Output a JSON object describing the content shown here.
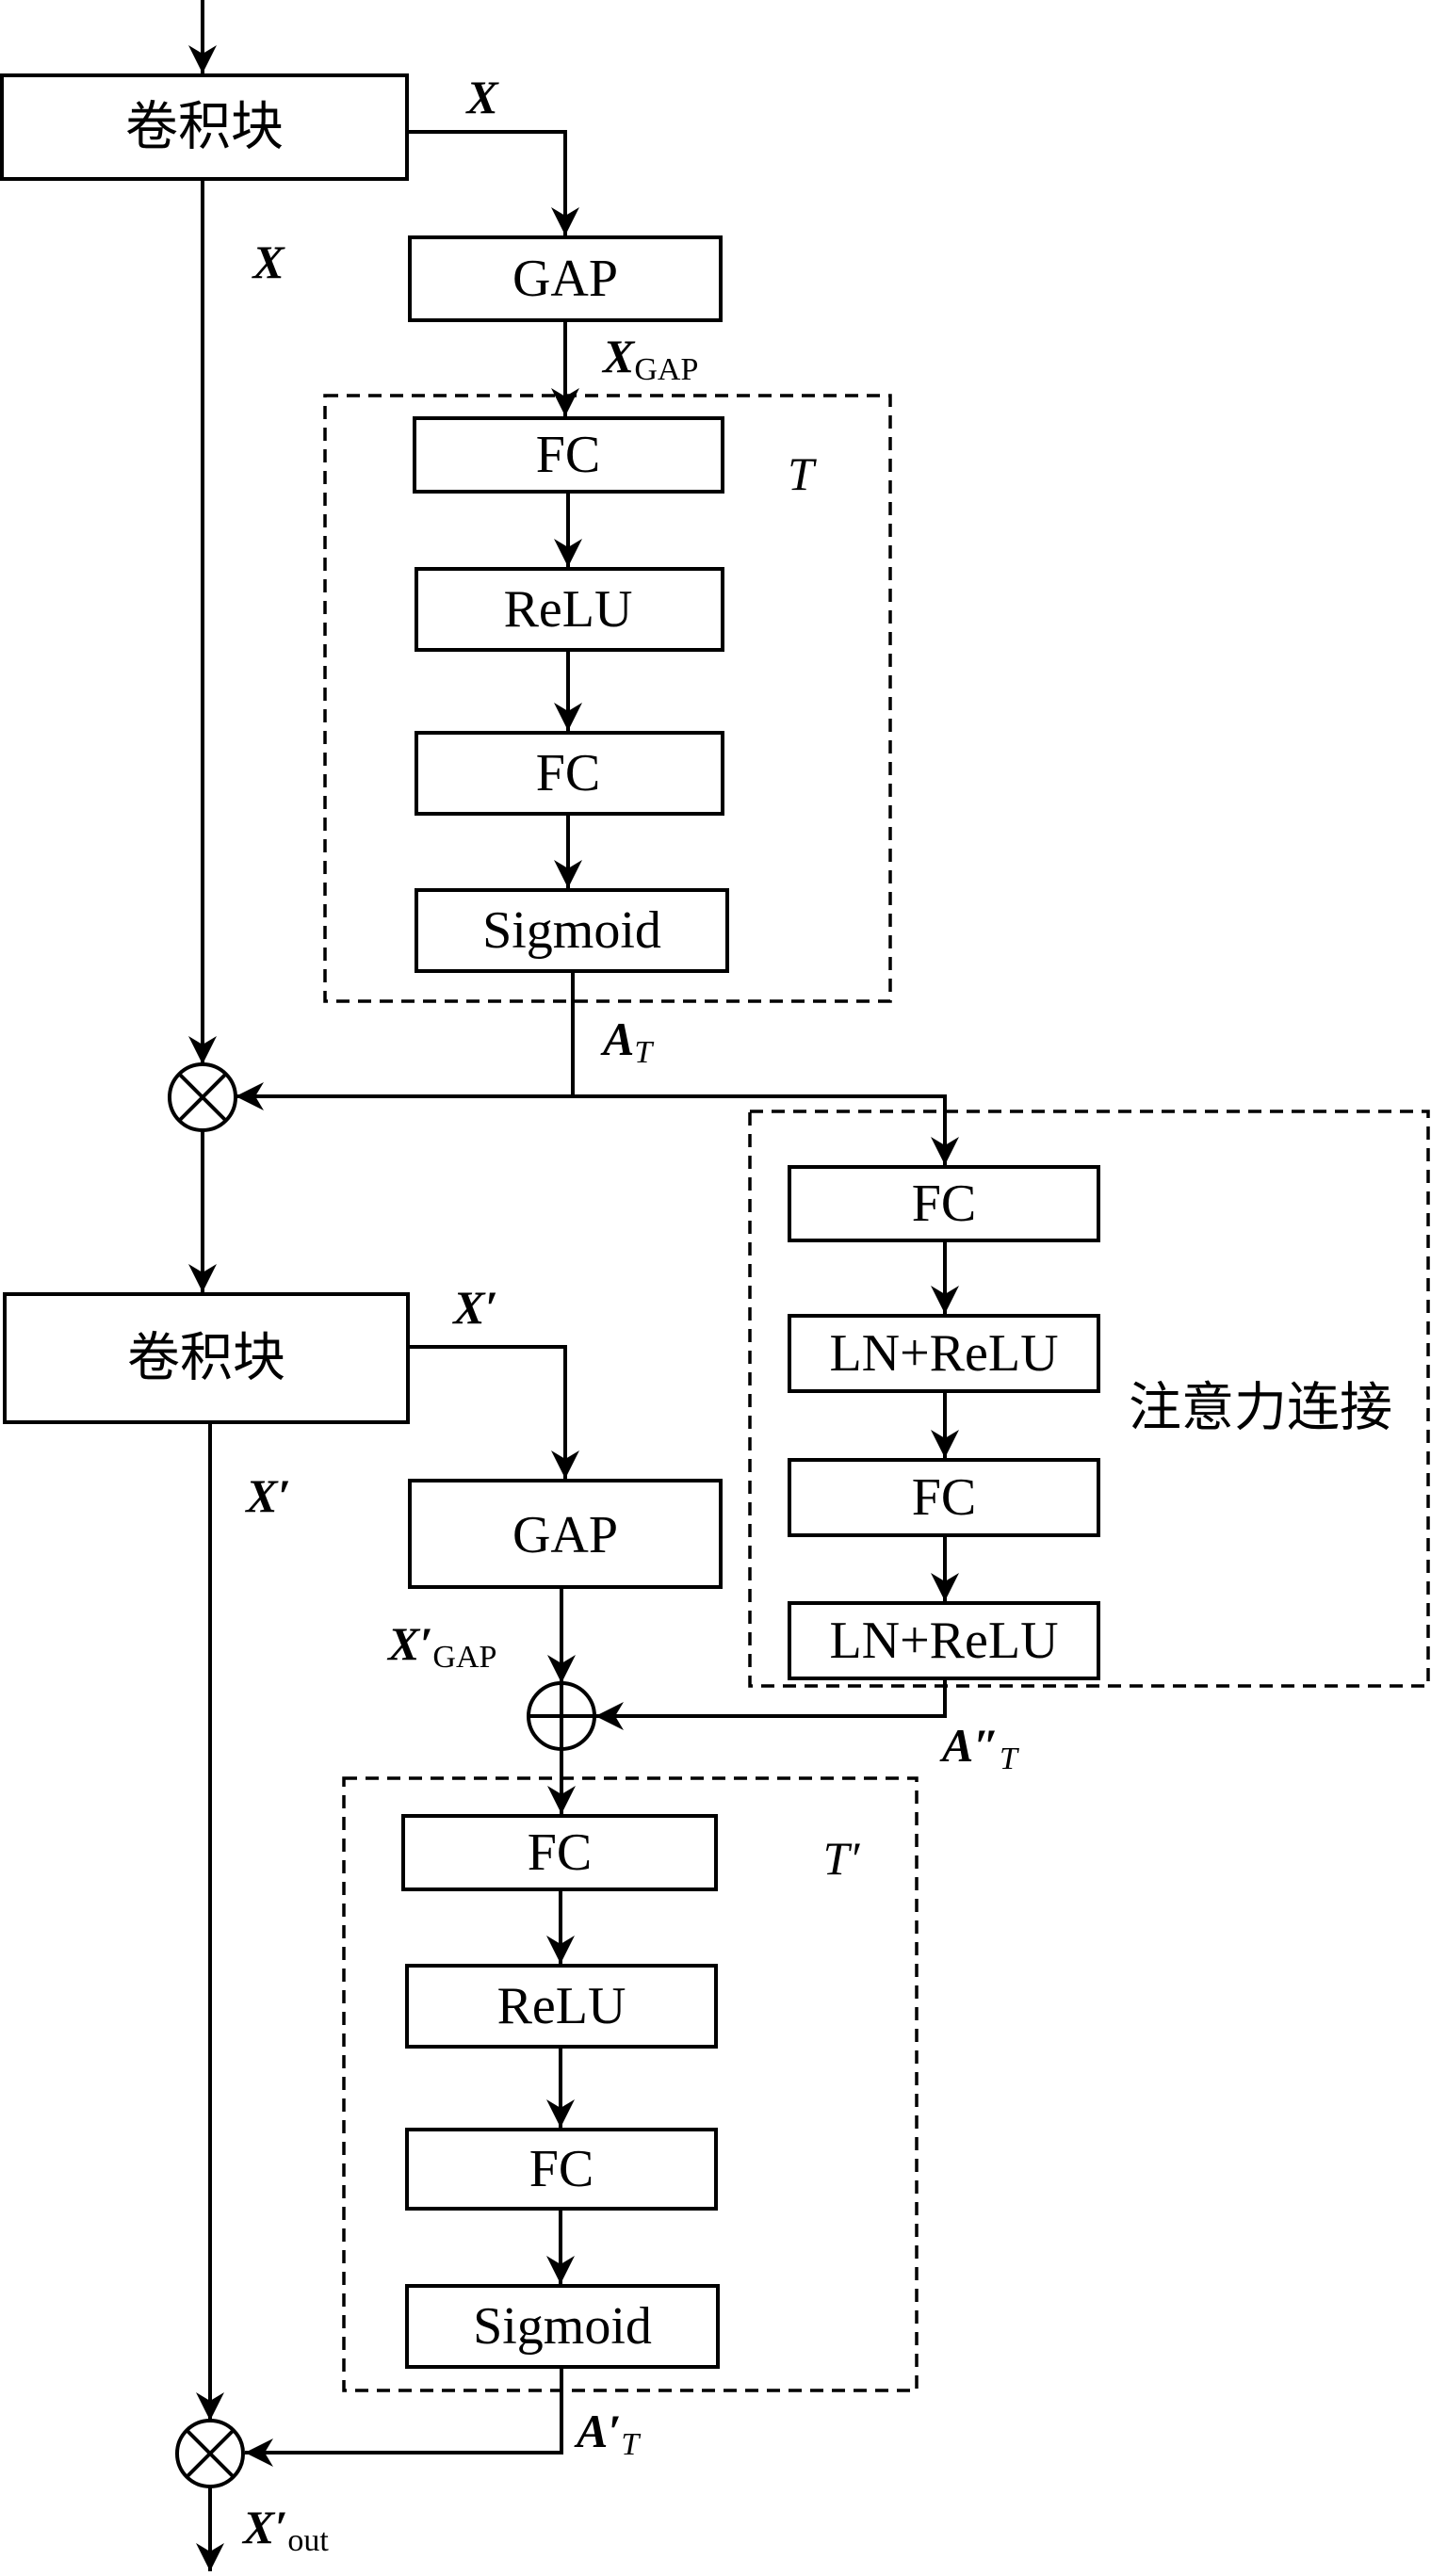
{
  "blocks": {
    "conv1": "卷积块",
    "conv2": "卷积块",
    "gap1": "GAP",
    "gap2": "GAP",
    "t1_fc1": "FC",
    "t1_relu": "ReLU",
    "t1_fc2": "FC",
    "t1_sigmoid": "Sigmoid",
    "ac_fc1": "FC",
    "ac_lnrelu1": "LN+ReLU",
    "ac_fc2": "FC",
    "ac_lnrelu2": "LN+ReLU",
    "t2_fc1": "FC",
    "t2_relu": "ReLU",
    "t2_fc2": "FC",
    "t2_sigmoid": "Sigmoid"
  },
  "groups": {
    "t1": "T",
    "t2": "T′",
    "attention_connection": "注意力连接"
  },
  "symbols": {
    "x_right": "X",
    "x_left": "X",
    "xgap_base": "X",
    "xgap_sub": "GAP",
    "at_base": "A",
    "at_sub": "T",
    "xp_right": "X′",
    "xp_left": "X′",
    "xpgap_base": "X′",
    "xpgap_sub": "GAP",
    "atpp_base": "A″",
    "atpp_sub": "T",
    "atp_base": "A′",
    "atp_sub": "T",
    "xout_base": "X′",
    "xout_sub": "out"
  },
  "operators": {
    "multiply": "⊗",
    "add": "⊕"
  }
}
